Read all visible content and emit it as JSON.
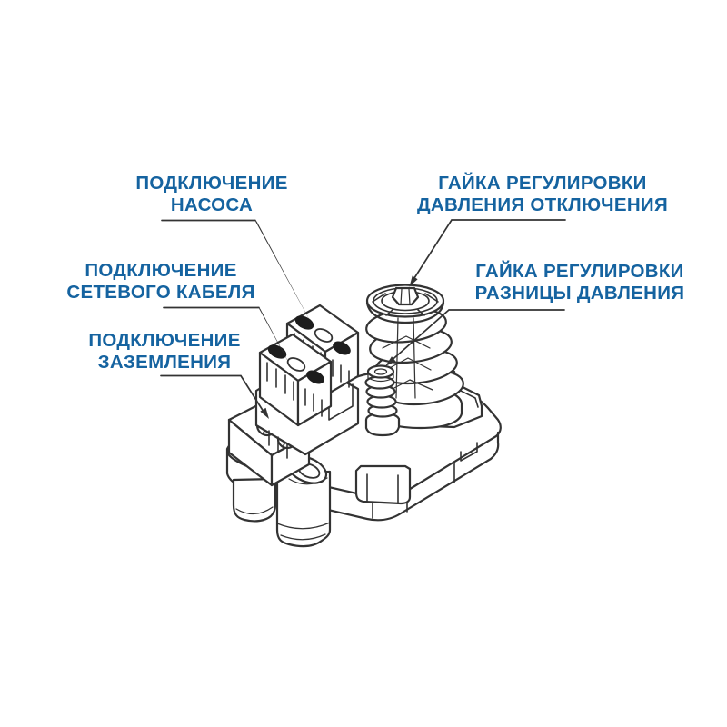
{
  "colors": {
    "background": "#ffffff",
    "label": "#1563a0",
    "line": "#333333",
    "ink": "#1d1d1d"
  },
  "labels": {
    "pump_connection": {
      "line1": "ПОДКЛЮЧЕНИЕ",
      "line2": "НАСОСА"
    },
    "mains_cable_connection": {
      "line1": "ПОДКЛЮЧЕНИЕ",
      "line2": "СЕТЕВОГО КАБЕЛЯ"
    },
    "ground_connection": {
      "line1": "ПОДКЛЮЧЕНИЕ",
      "line2": "ЗАЗЕМЛЕНИЯ"
    },
    "cutoff_pressure_nut": {
      "line1": "ГАЙКА РЕГУЛИРОВКИ",
      "line2": "ДАВЛЕНИЯ ОТКЛЮЧЕНИЯ"
    },
    "pressure_difference_nut": {
      "line1": "ГАЙКА РЕГУЛИРОВКИ",
      "line2": "РАЗНИЦЫ ДАВЛЕНИЯ"
    }
  }
}
